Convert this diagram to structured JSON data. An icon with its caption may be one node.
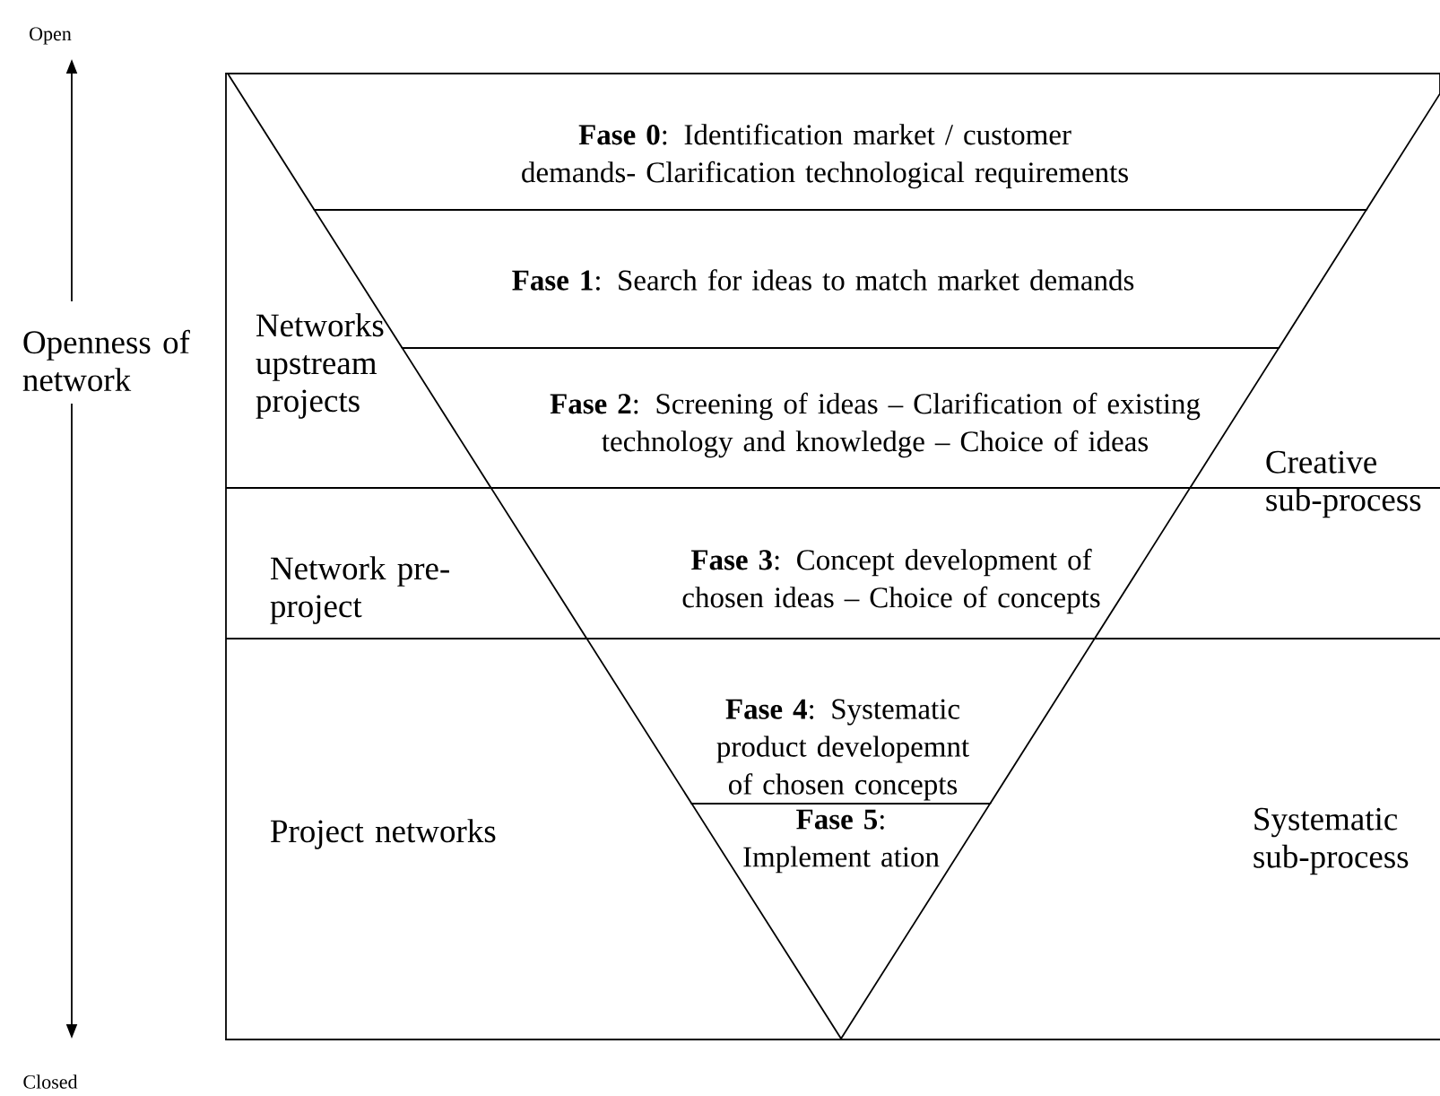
{
  "diagram": {
    "nodes": [
      {
        "text": [
          "**Fase 0**: Identification market / customer demands- Clarification technological requirements"
        ]
      },
      {
        "text": [
          "**Fase 1**: Search for ideas to match market demands"
        ]
      },
      {
        "text": [
          "**Fase 2**: Screening of ideas – Clarification of existing technology and knowledge – Choice of ideas"
        ]
      },
      {
        "text": [
          "**Fase 3**: Concept development of chosen ideas – Choice of concepts"
        ]
      },
      {
        "text": [
          "**Fase 4**: Systematic product developemnt of chosen concepts"
        ]
      },
      {
        "text": [
          "**Fase 5**: Implement ation"
        ]
      }
    ],
    "labels": [
      "Open",
      "Openness of network",
      "Networks upstream projects",
      "Creative sub-process",
      "Network pre-project",
      "Project networks",
      "Systematic sub-process",
      "Closed"
    ]
  }
}
